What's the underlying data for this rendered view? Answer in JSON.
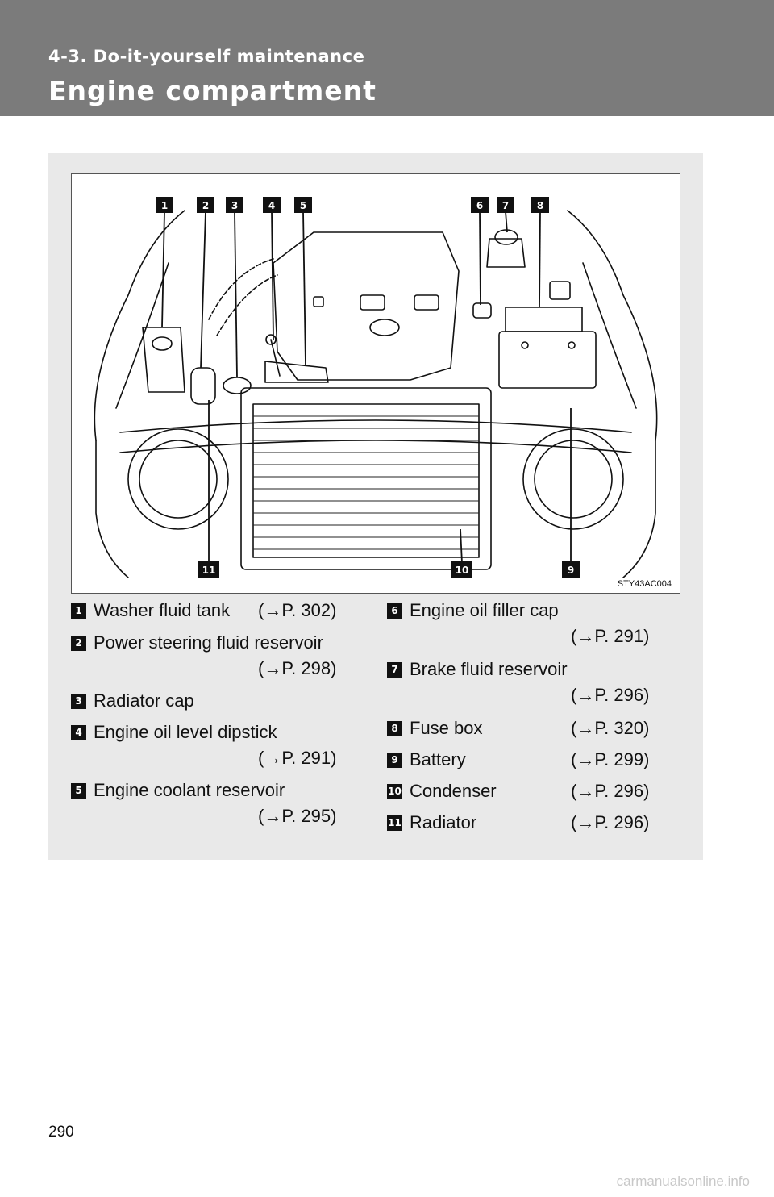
{
  "header": {
    "section": "4-3. Do-it-yourself maintenance",
    "title": "Engine compartment"
  },
  "figure": {
    "code": "STY43AC004",
    "callouts": [
      "1",
      "2",
      "3",
      "4",
      "5",
      "6",
      "7",
      "8",
      "9",
      "10",
      "11"
    ]
  },
  "items": [
    {
      "num": "1",
      "label": "Washer fluid tank",
      "ref": "(→P. 302)"
    },
    {
      "num": "2",
      "label": "Power steering fluid reservoir",
      "ref": "(→P. 298)"
    },
    {
      "num": "3",
      "label": "Radiator cap",
      "ref": ""
    },
    {
      "num": "4",
      "label": "Engine oil level dipstick",
      "ref": "(→P. 291)"
    },
    {
      "num": "5",
      "label": "Engine coolant reservoir",
      "ref": "(→P. 295)"
    },
    {
      "num": "6",
      "label": "Engine oil filler cap",
      "ref": "(→P. 291)"
    },
    {
      "num": "7",
      "label": "Brake fluid reservoir",
      "ref": "(→P. 296)"
    },
    {
      "num": "8",
      "label": "Fuse box",
      "ref": "(→P. 320)"
    },
    {
      "num": "9",
      "label": "Battery",
      "ref": "(→P. 299)"
    },
    {
      "num": "10",
      "label": "Condenser",
      "ref": "(→P. 296)"
    },
    {
      "num": "11",
      "label": "Radiator",
      "ref": "(→P. 296)"
    }
  ],
  "page_number": "290",
  "watermark": "carmanualsonline.info"
}
